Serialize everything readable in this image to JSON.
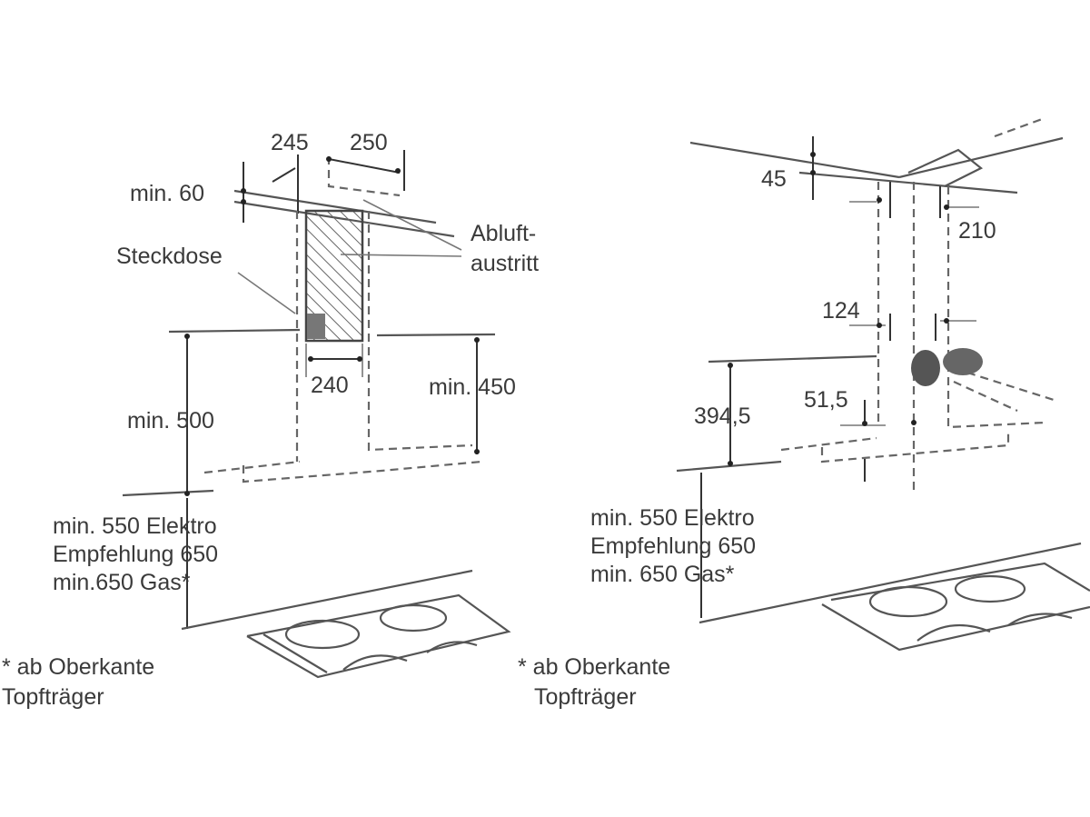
{
  "left_view": {
    "dim_245": "245",
    "dim_250": "250",
    "dim_min60": "min. 60",
    "label_steckdose": "Steckdose",
    "label_abluft_1": "Abluft-",
    "label_abluft_2": "austritt",
    "dim_240": "240",
    "dim_min500": "min. 500",
    "dim_min450": "min. 450",
    "height_note": [
      "min. 550 Elektro",
      "Empfehlung 650",
      "min.650 Gas*"
    ],
    "footnote": [
      "* ab Oberkante",
      "Topfträger"
    ]
  },
  "right_view": {
    "dim_45": "45",
    "dim_210": "210",
    "dim_124": "124",
    "dim_51_5": "51,5",
    "dim_394_5": "394,5",
    "height_note": [
      "min. 550 Elektro",
      "Empfehlung 650",
      "min. 650 Gas*"
    ],
    "footnote": [
      "* ab Oberkante",
      "Topfträger"
    ]
  }
}
